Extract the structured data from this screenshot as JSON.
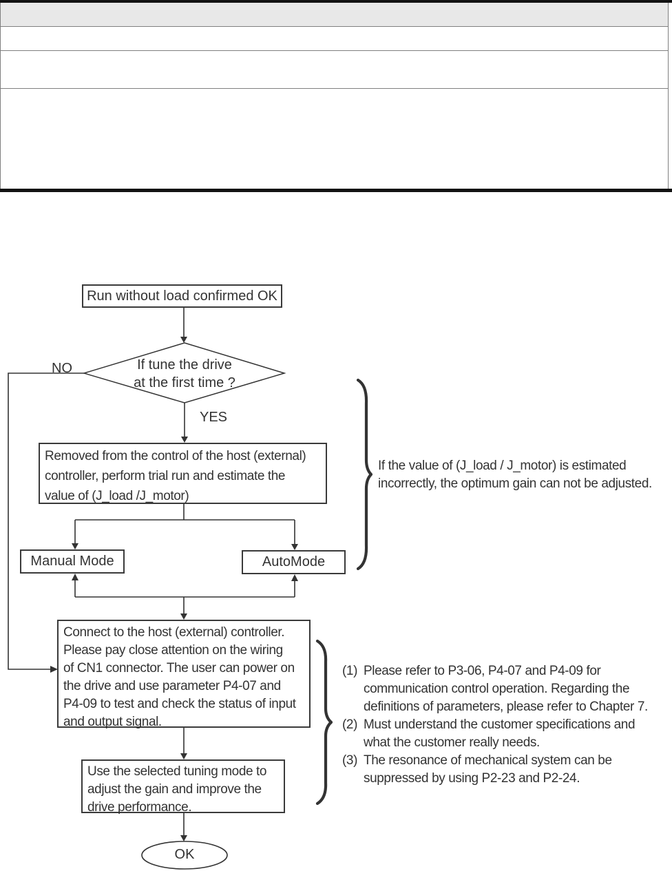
{
  "table": {
    "header_text": "",
    "body_rows": [
      "",
      "",
      ""
    ]
  },
  "flowchart": {
    "start": "Run without load confirmed OK",
    "decision": "If tune the drive\nat the first time ?",
    "branch_no": "NO",
    "branch_yes": "YES",
    "estimate": "Removed from the control of the host (external)\ncontroller, perform trial run and estimate the\nvalue of (J_load /J_motor)",
    "manual_mode": "Manual Mode",
    "auto_mode": "AutoMode",
    "connect": "Connect to the host (external) controller.\nPlease pay close attention on the wiring\nof CN1 connector. The user can power on\nthe drive and use parameter P4-07 and\nP4-09 to test and check the status of input\nand output signal.",
    "tune": "Use the selected tuning mode to\nadjust the gain and improve the\ndrive performance.",
    "end": "OK"
  },
  "notes": {
    "inertia_note": "If the value of (J_load / J_motor) is estimated\nincorrectly, the optimum gain can not be adjusted.",
    "items": [
      {
        "num": "(1)",
        "text": "Please refer to P3-06, P4-07 and P4-09 for\ncommunication control operation. Regarding the\ndefinitions of parameters, please refer to Chapter 7."
      },
      {
        "num": "(2)",
        "text": "Must understand the customer specifications and\nwhat the customer really needs."
      },
      {
        "num": "(3)",
        "text": "The resonance of mechanical system can be\nsuppressed by using P2-23 and P2-24."
      }
    ]
  },
  "colors": {
    "table_header_fill": "#e8e8e8",
    "table_border": "#7f7f7f",
    "table_frame_bar": "#121212",
    "line": "#333333",
    "text": "#2e2e2e",
    "page_bg": "#ffffff"
  }
}
